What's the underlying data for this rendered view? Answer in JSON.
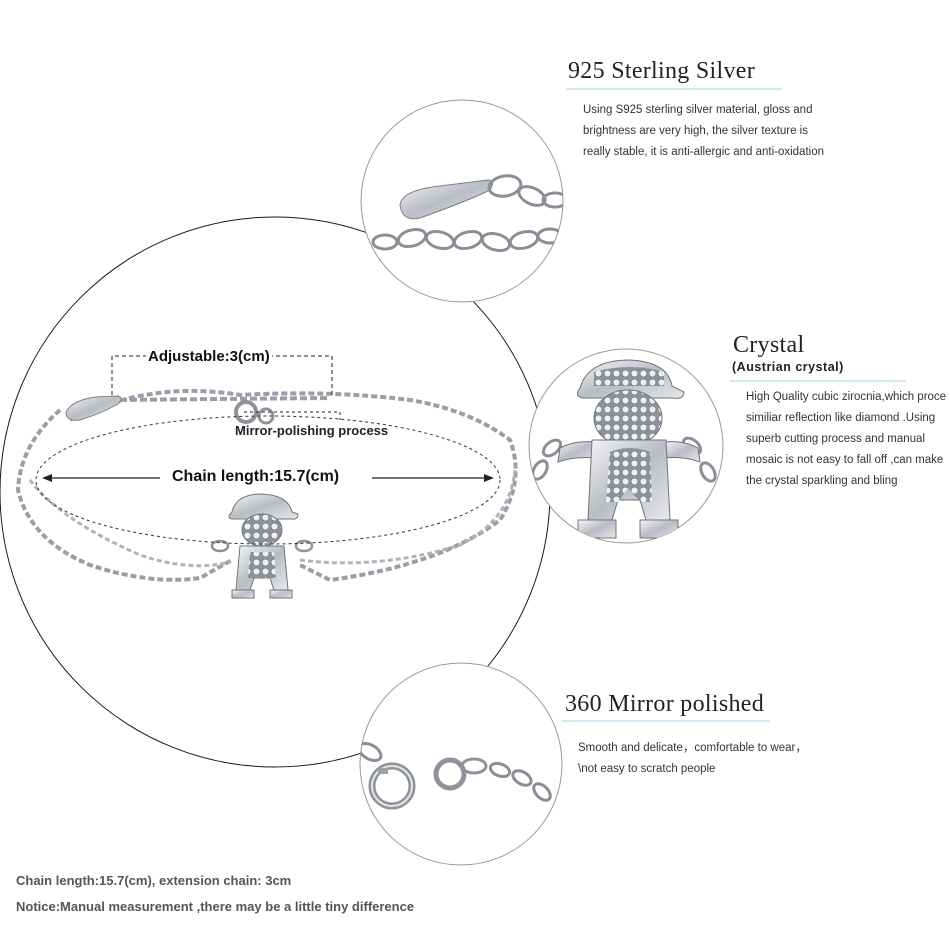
{
  "features": [
    {
      "title": "925 Sterling Silver",
      "lines": [
        "Using S925 sterling silver material, gloss and",
        "brightness are very high, the silver texture is",
        "really stable, it is anti-allergic and anti-oxidation"
      ]
    },
    {
      "title": "Crystal",
      "subtitle": "(Austrian crystal)",
      "lines": [
        "High Quality cubic zirocnia,which proce",
        "similiar reflection like diamond .Using",
        "superb cutting process and manual",
        "mosaic is not easy to fall off ,can make",
        "the crystal sparkling and bling"
      ]
    },
    {
      "title": "360 Mirror polished",
      "lines": [
        "Smooth and delicate，comfortable to wear，",
        "\\not easy to scratch people"
      ]
    }
  ],
  "annotations": {
    "adjustable": "Adjustable:3(cm)",
    "mirror": "Mirror-polishing process",
    "chain_length": "Chain length:15.7(cm)"
  },
  "notes": {
    "line1": "Chain length:15.7(cm), extension chain: 3cm",
    "line2": "Notice:Manual measurement ,there may be a little tiny  difference"
  },
  "colors": {
    "accent_underline": "#9fd3e6",
    "circle_stroke": "#1a1a1a",
    "silver": "#c9ccd2"
  }
}
